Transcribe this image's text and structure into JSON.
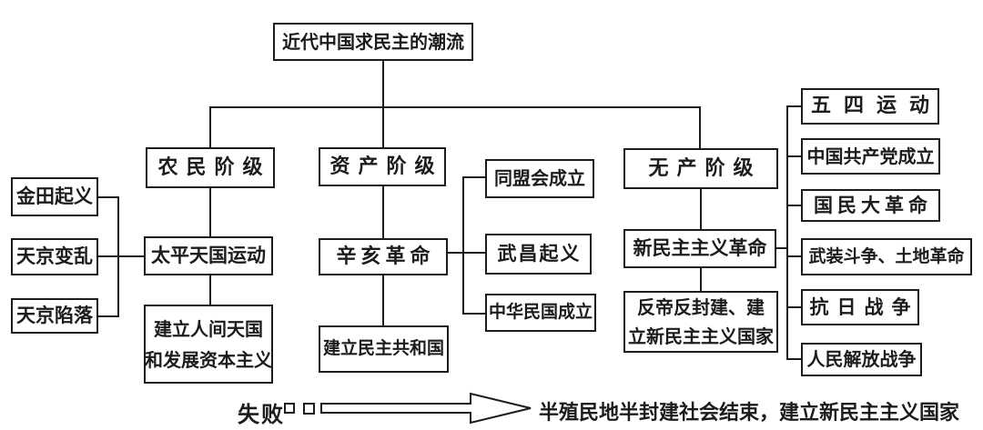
{
  "title": "近代中国求民主的潮流",
  "classes": {
    "peasant": "农民阶级",
    "bourgeois": "资产阶级",
    "proletariat": "无产阶级"
  },
  "peasant_branch": {
    "movement": "太平天国运动",
    "goal_line1": "建立人间天国",
    "goal_line2": "和发展资本主义",
    "events": {
      "jintian": "金田起义",
      "incident": "天京变乱",
      "fall": "天京陷落"
    }
  },
  "bourgeois_branch": {
    "movement": "辛亥革命",
    "goal": "建立民主共和国",
    "events": {
      "tongmenghui": "同盟会成立",
      "wuchang": "武昌起义",
      "roc": "中华民国成立"
    }
  },
  "proletariat_branch": {
    "movement": "新民主主义革命",
    "goal_line1": "反帝反封建、建",
    "goal_line2": "立新民主主义国家",
    "events": {
      "may_fourth": "五四运动",
      "ccp": "中国共产党成立",
      "national_rev": "国民大革命",
      "armed_struggle": "武装斗争、土地革命",
      "anti_japanese": "抗日战争",
      "liberation": "人民解放战争"
    }
  },
  "footer": {
    "failure": "失败",
    "result": "半殖民地半封建社会结束，建立新民主主义国家"
  },
  "colors": {
    "line": "#1c1c1c",
    "background": "#ffffff"
  }
}
